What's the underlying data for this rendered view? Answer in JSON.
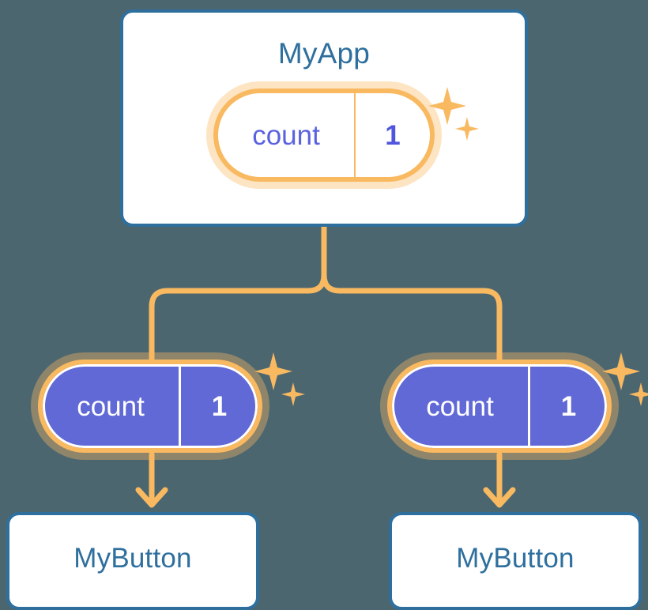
{
  "background_color": "#4c6670",
  "palette": {
    "card_border": "#2e6f9e",
    "card_text": "#2e6f9e",
    "card_fill": "#ffffff",
    "accent_orange": "#f9b960",
    "accent_orange_halo": "#fbdcab",
    "state_indigo": "#6169d6",
    "state_text_light": "#5b62df",
    "state_text_white": "#ffffff"
  },
  "diagram": {
    "type": "component-state-propagation-tree",
    "root": {
      "title": "MyApp",
      "state": {
        "key": "count",
        "value": "1",
        "style": "outlined"
      }
    },
    "children": [
      {
        "title": "MyButton",
        "state": {
          "key": "count",
          "value": "1",
          "style": "solid"
        }
      },
      {
        "title": "MyButton",
        "state": {
          "key": "count",
          "value": "1",
          "style": "solid"
        }
      }
    ],
    "connectors": {
      "trunk": "vertical-split-tree",
      "arrow": "down-arrow",
      "stroke_color": "#f9b960",
      "stroke_width": 7
    },
    "decorations": {
      "sparkle_large": "sparkle-icon",
      "sparkle_small": "sparkle-icon",
      "count": 3
    }
  }
}
